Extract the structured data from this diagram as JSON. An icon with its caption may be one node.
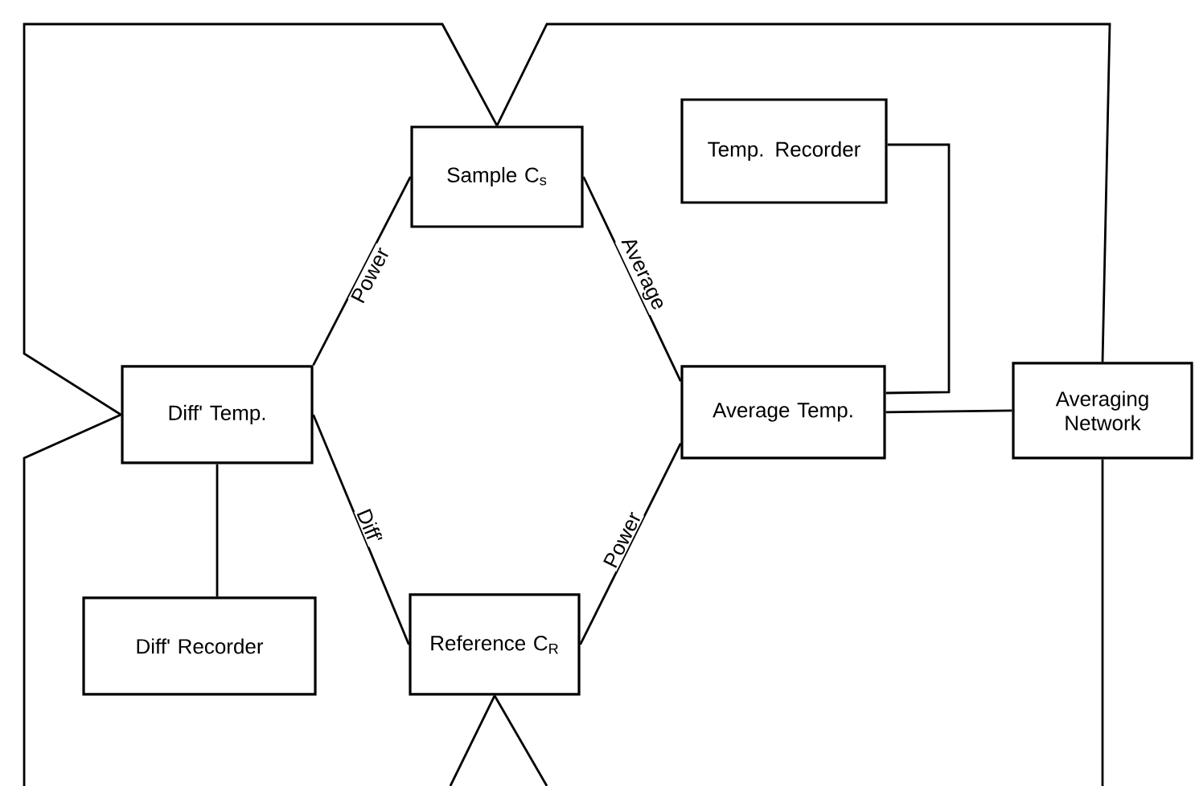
{
  "diagram": {
    "nodes": [
      {
        "text": [
          "Sample C$_{s}$"
        ]
      },
      {
        "text": [
          "Temp. Recorder"
        ]
      },
      {
        "text": [
          "Diff' Temp."
        ]
      },
      {
        "text": [
          "Average Temp."
        ]
      },
      {
        "text": [
          "Averaging Network"
        ]
      },
      {
        "text": [
          "Diff' Recorder"
        ]
      },
      {
        "text": [
          "Reference C$_{R}$"
        ]
      }
    ],
    "edges": [
      {
        "from": 2,
        "to": 0,
        "arrow": "none",
        "label": "Power"
      },
      {
        "from": 0,
        "to": 3,
        "arrow": "none",
        "label": "Average"
      },
      {
        "from": 2,
        "to": 6,
        "arrow": "none",
        "label": "Diff'"
      },
      {
        "from": 6,
        "to": 3,
        "arrow": "none",
        "label": "Power"
      },
      {
        "from": 1,
        "to": 3,
        "arrow": "none"
      },
      {
        "from": 3,
        "to": 4,
        "arrow": "none"
      },
      {
        "from": 2,
        "to": 5,
        "arrow": "none"
      },
      {
        "from": 0,
        "to": 2,
        "arrow": "none"
      },
      {
        "from": 0,
        "to": 4,
        "arrow": "none"
      },
      {
        "from": 2,
        "to": null,
        "arrow": "none"
      },
      {
        "from": 6,
        "to": null,
        "arrow": "none"
      },
      {
        "from": 6,
        "to": null,
        "arrow": "none"
      },
      {
        "from": 4,
        "to": null,
        "arrow": "none"
      }
    ]
  }
}
